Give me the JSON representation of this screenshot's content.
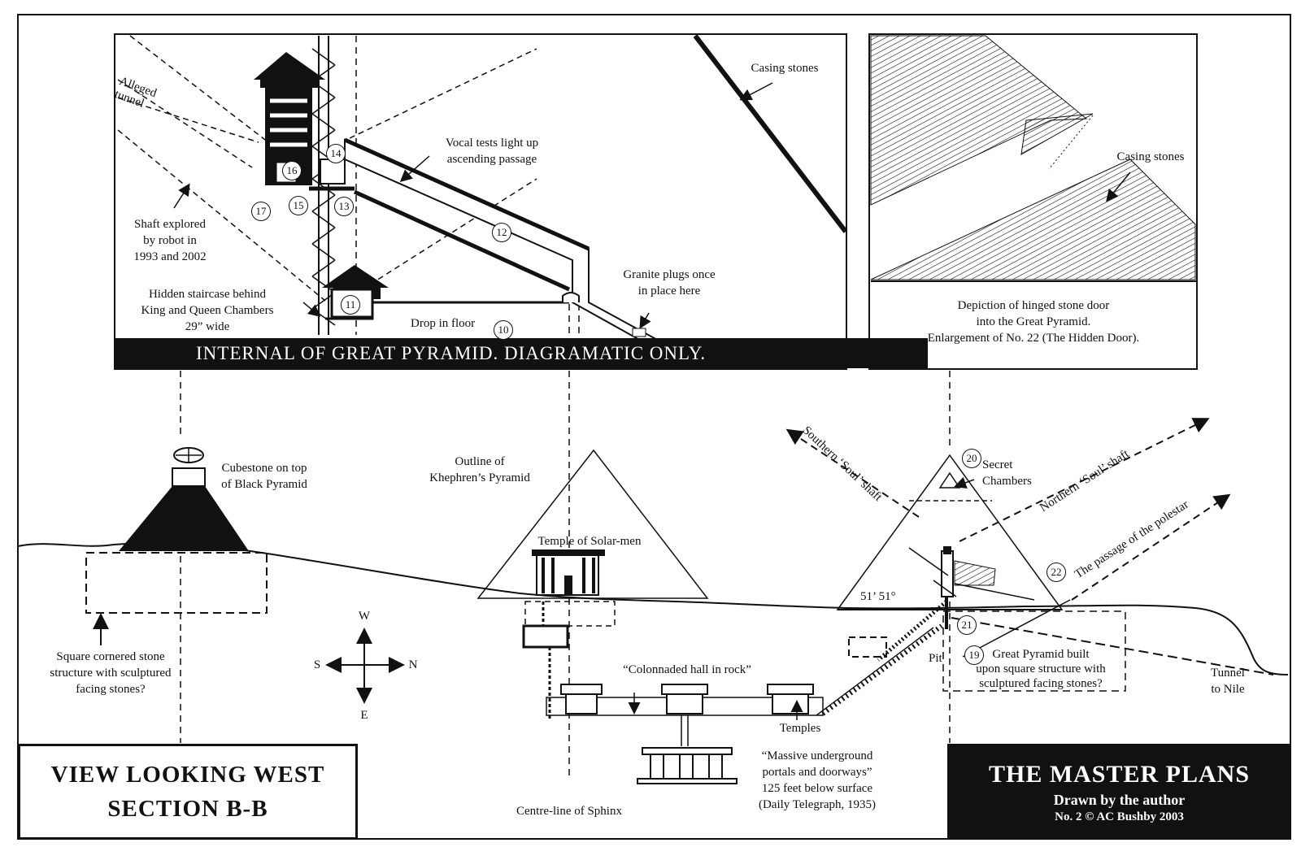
{
  "panel_main": {
    "caption": "INTERNAL OF GREAT PYRAMID. DIAGRAMATIC ONLY.",
    "labels": {
      "casing_stones": "Casing stones",
      "alleged_tunnel": "Alleged\ntunnel",
      "vocal_tests": "Vocal tests light up\nascending passage",
      "shaft_explored": "Shaft explored\nby robot in\n1993 and 2002",
      "hidden_staircase": "Hidden staircase behind\nKing and Queen Chambers\n29” wide",
      "granite_plugs": "Granite plugs once\nin place here",
      "drop_in_floor": "Drop in floor"
    },
    "numbers": [
      "10",
      "11",
      "12",
      "13",
      "14",
      "15",
      "16",
      "17"
    ]
  },
  "panel_door": {
    "casing_stones": "Casing stones",
    "caption": "Depiction of hinged stone door\ninto the Great Pyramid.\nEnlargement of No. 22 (The Hidden Door)."
  },
  "section": {
    "cubestone": "Cubestone on top\nof Black Pyramid",
    "square_structure": "Square cornered stone\nstructure with sculptured\nfacing stones?",
    "khephren_outline": "Outline of\nKhephren’s Pyramid",
    "temple_solar": "Temple of Solar-men",
    "colonnaded_hall": "“Colonnaded hall in rock”",
    "temples": "Temples",
    "massive_portals": "“Massive underground\nportals and doorways”\n125 feet below surface\n(Daily Telegraph, 1935)",
    "centre_line": "Centre-line of Sphinx",
    "southern_shaft": "Southern ‘Soul’ shaft",
    "northern_shaft": "Northern ‘Soul’ shaft",
    "polestar": "The passage of the polestar",
    "secret_chambers": "Secret\nChambers",
    "angle": "51’ 51°",
    "pit": "Pit",
    "great_pyramid_built": "Great Pyramid built\nupon square structure with\nsculptured facing stones?",
    "tunnel_to_nile": "Tunnel\nto Nile",
    "numbers": [
      "19",
      "20",
      "21",
      "22"
    ]
  },
  "compass": {
    "w": "W",
    "s": "S",
    "n": "N",
    "e": "E"
  },
  "title_box": {
    "line1": "VIEW LOOKING WEST",
    "line2": "SECTION B-B"
  },
  "master_box": {
    "title": "THE MASTER PLANS",
    "line2": "Drawn by the author",
    "line3": "No. 2 © AC Bushby 2003"
  }
}
